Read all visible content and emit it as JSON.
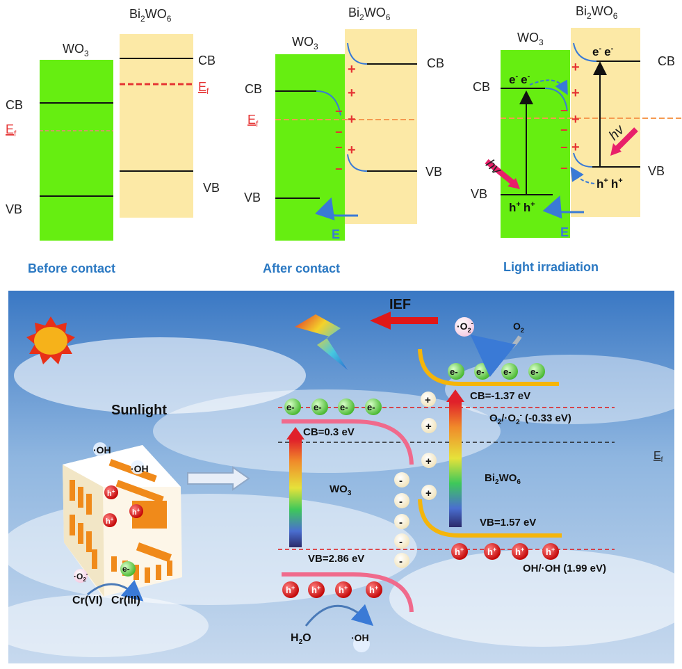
{
  "top": {
    "panel1": {
      "caption": "Before contact",
      "wo3": "WO",
      "wo3_sub": "3",
      "bwo_a": "Bi",
      "bwo_sub1": "2",
      "bwo_b": "WO",
      "bwo_sub2": "6",
      "cb_left": "CB",
      "ef_left": "E",
      "ef_sub": "f",
      "vb_left": "VB",
      "cb_right": "CB",
      "ef_right": "E",
      "ef_right_sub": "f",
      "vb_right": "VB"
    },
    "panel2": {
      "caption": "After contact",
      "wo3": "WO",
      "wo3_sub": "3",
      "bwo_a": "Bi",
      "bwo_sub1": "2",
      "bwo_b": "WO",
      "bwo_sub2": "6",
      "cb_left": "CB",
      "ef_left": "E",
      "ef_sub": "f",
      "vb_left": "VB",
      "cb_right": "CB",
      "vb_right": "VB",
      "field": "E",
      "plus": "+",
      "minus": "−"
    },
    "panel3": {
      "caption": "Light irradiation",
      "wo3": "WO",
      "wo3_sub": "3",
      "bwo_a": "Bi",
      "bwo_sub1": "2",
      "bwo_b": "WO",
      "bwo_sub2": "6",
      "cb_left": "CB",
      "vb_left": "VB",
      "cb_right": "CB",
      "vb_right": "VB",
      "field": "E",
      "hv": "hv",
      "electron": "e",
      "hole": "h",
      "minus_sup": "-",
      "plus_sup": "+"
    }
  },
  "bottom": {
    "sunlight": "Sunlight",
    "ief": "IEF",
    "wo3": "WO",
    "wo3_sub": "3",
    "bwo_a": "Bi",
    "bwo_sub1": "2",
    "bwo_b": "WO",
    "bwo_sub2": "6",
    "wo3_cb": "CB=0.3 eV",
    "wo3_vb": "VB=2.86 eV",
    "bwo_cb": "CB=-1.37 eV",
    "bwo_vb": "VB=1.57 eV",
    "o2_a": "O",
    "o2_sub": "2",
    "o2_b": "/·O",
    "o2_sub2": "2",
    "o2_sup": "-",
    "o2_c": " (-0.33 eV)",
    "oh_couple": "OH/·OH (1.99 eV)",
    "ef": "E",
    "ef_sub": "f",
    "o2_rad": "·O",
    "o2_rad_sub": "2",
    "o2_rad_sup": "-",
    "o2": "O",
    "o2_sub_b": "2",
    "h2o_a": "H",
    "h2o_sub": "2",
    "h2o_b": "O",
    "oh_rad": "·OH",
    "oh": "·OH",
    "e": "e-",
    "h": "h",
    "h_sup": "+",
    "cr6": "Cr(VI)",
    "cr3": "Cr(III)",
    "plus": "+",
    "minus": "-"
  },
  "colors": {
    "wo3_green": "#66ee11",
    "bwo_yellow": "#fce9a6",
    "ef_red": "#e53333",
    "caption_blue": "#2a78c2",
    "band_pink": "#f06a8c",
    "band_orange": "#f5b50a",
    "hole_red": "#e01010",
    "electron_green": "#5ccf3a"
  }
}
